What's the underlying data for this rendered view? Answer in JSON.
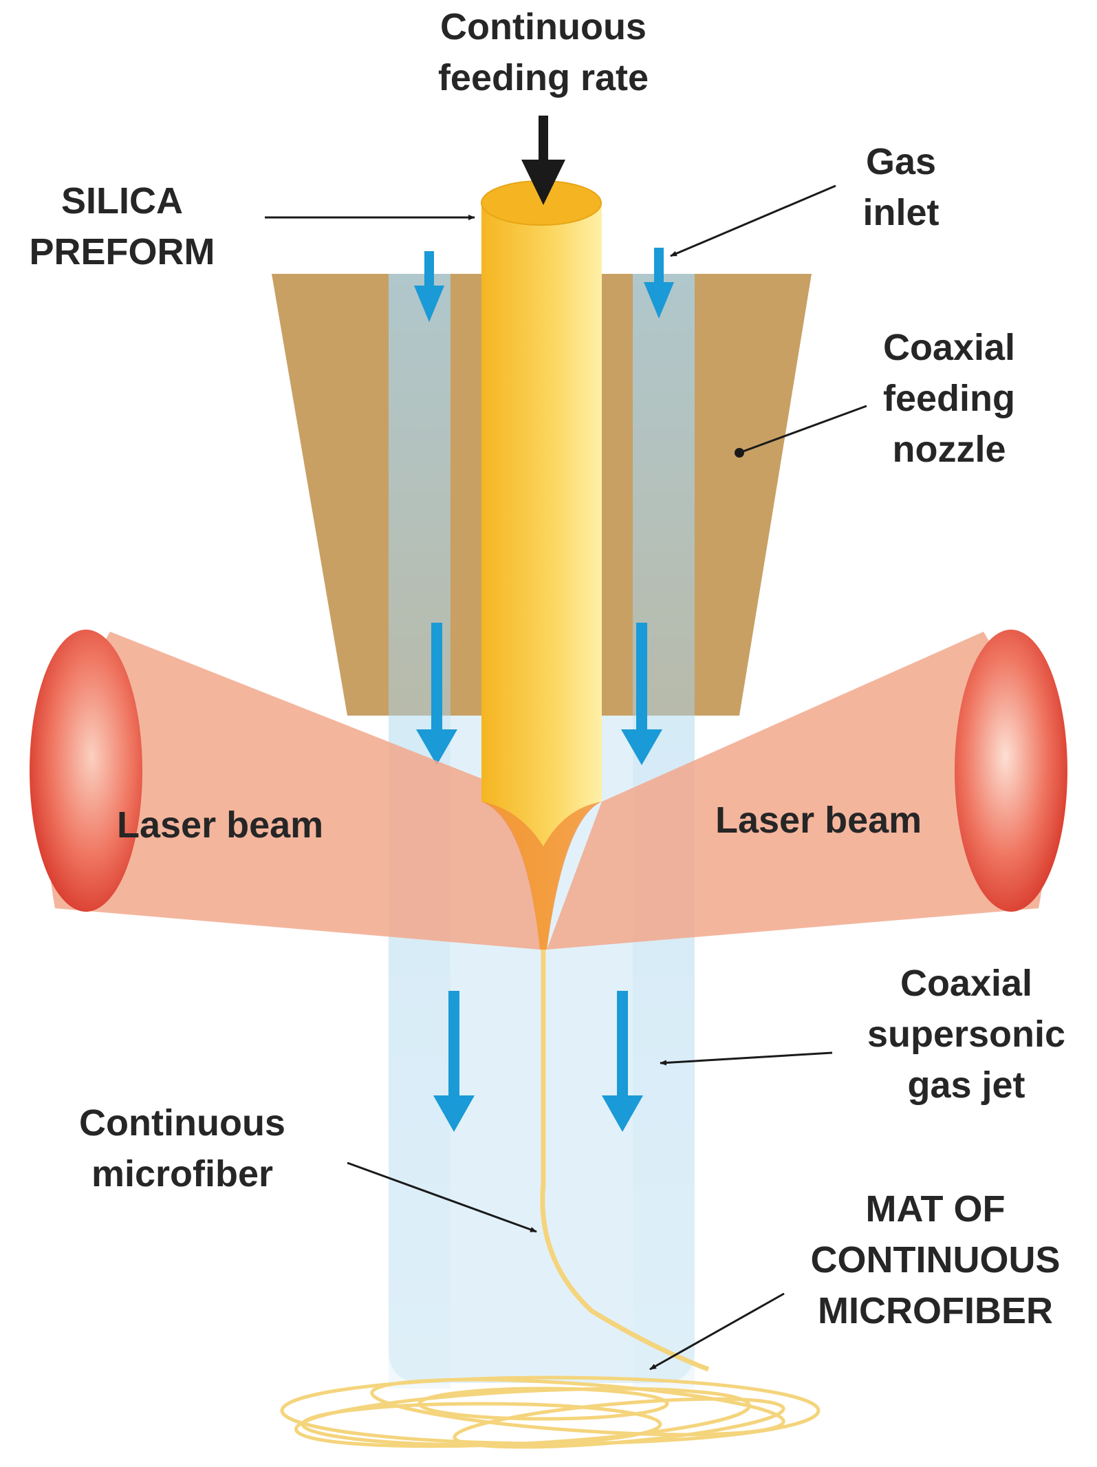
{
  "labels": {
    "feeding_rate": [
      "Continuous",
      "feeding rate"
    ],
    "preform": [
      "SILICA",
      "PREFORM"
    ],
    "gas_inlet": [
      "Gas",
      "inlet"
    ],
    "nozzle": [
      "Coaxial",
      "feeding",
      "nozzle"
    ],
    "laser_left": "Laser beam",
    "laser_right": "Laser beam",
    "gas_jet": [
      "Coaxial",
      "supersonic",
      "gas jet"
    ],
    "microfiber": [
      "Continuous",
      "microfiber"
    ],
    "mat": [
      "MAT OF",
      "CONTINUOUS",
      "MICROFIBER"
    ]
  },
  "colors": {
    "nozzle": "#c8a064",
    "gas": "#a8d4ee",
    "gas_arrow": "#1a9ad6",
    "laser": "#f2a88c",
    "laser_rim": "#e04b3a",
    "preform": "#f7c434",
    "fiber": "#f4d47c",
    "label_text": "#262626"
  }
}
